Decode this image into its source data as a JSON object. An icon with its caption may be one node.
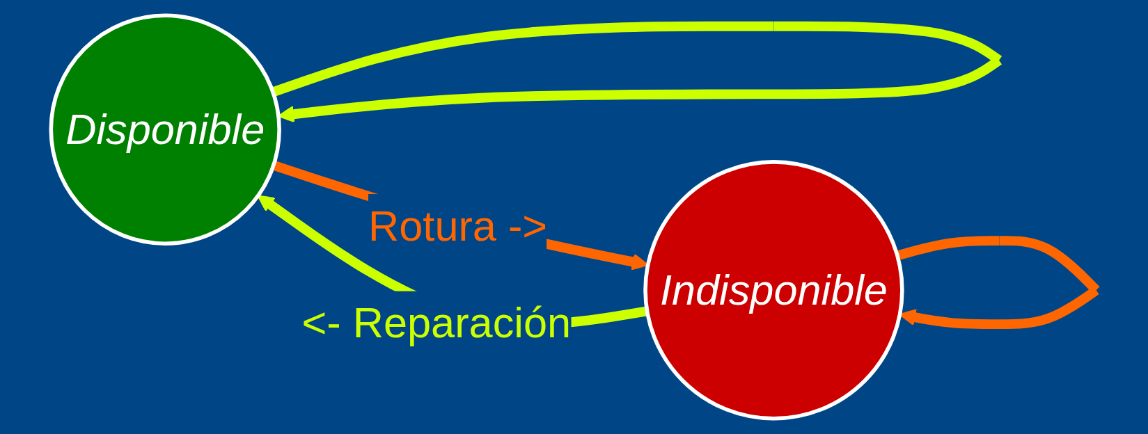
{
  "diagram": {
    "nodes": [
      {
        "text": [
          "Disponible"
        ]
      },
      {
        "text": [
          "Indisponible"
        ]
      }
    ],
    "edges": [
      {
        "from": 0,
        "to": 0,
        "arrow": "to",
        "color": "#ccff00"
      },
      {
        "from": 0,
        "to": 1,
        "arrow": "to",
        "label": "Rotura ->",
        "color": "#ff6600"
      },
      {
        "from": 1,
        "to": 1,
        "arrow": "to",
        "color": "#ff6600"
      },
      {
        "from": 1,
        "to": 0,
        "arrow": "to",
        "label": "<- Reparación",
        "color": "#ccff00"
      }
    ]
  }
}
